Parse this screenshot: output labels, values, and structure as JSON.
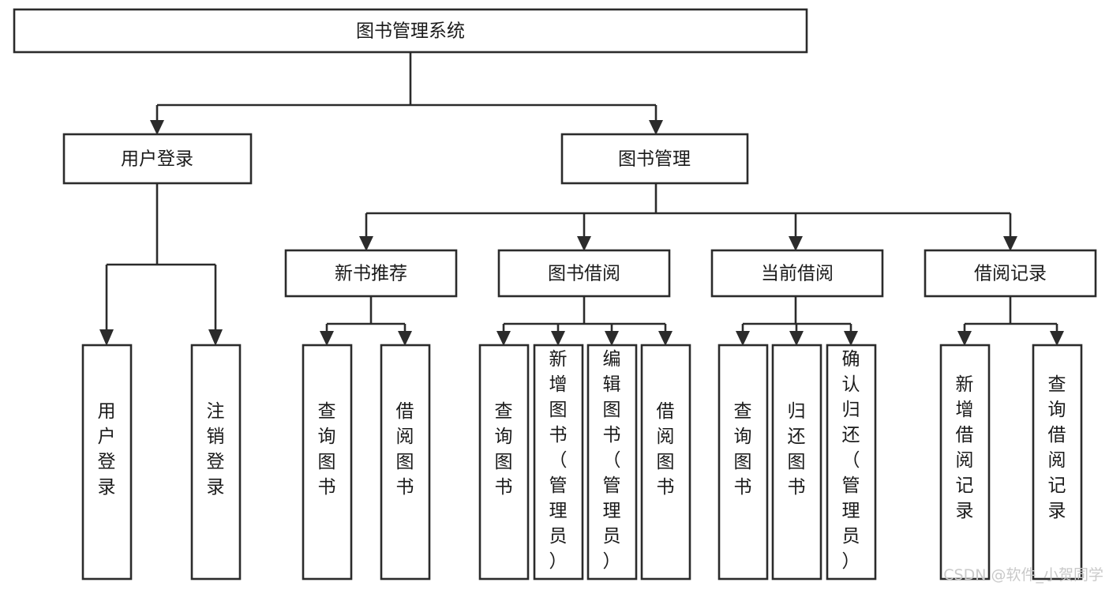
{
  "diagram": {
    "title": "图书管理系统",
    "type": "functional-structure-tree",
    "orientation": "top-down",
    "colors": {
      "box_fill": "#ffffff",
      "box_stroke": "#2b2b2b",
      "text": "#1a1a1a",
      "background": "#ffffff",
      "watermark": "#c9c9c9"
    },
    "levels": [
      {
        "level": 1,
        "nodes": [
          {
            "id": "root",
            "label": "图书管理系统",
            "text_orientation": "horizontal"
          }
        ]
      },
      {
        "level": 2,
        "nodes": [
          {
            "id": "user-login",
            "label": "用户登录",
            "text_orientation": "horizontal",
            "parent": "root"
          },
          {
            "id": "book-manage",
            "label": "图书管理",
            "text_orientation": "horizontal",
            "parent": "root"
          }
        ]
      },
      {
        "level": 3,
        "nodes": [
          {
            "id": "new-book-rec",
            "label": "新书推荐",
            "text_orientation": "horizontal",
            "parent": "book-manage"
          },
          {
            "id": "book-borrow",
            "label": "图书借阅",
            "text_orientation": "horizontal",
            "parent": "book-manage"
          },
          {
            "id": "current-borrow",
            "label": "当前借阅",
            "text_orientation": "horizontal",
            "parent": "book-manage"
          },
          {
            "id": "borrow-record",
            "label": "借阅记录",
            "text_orientation": "horizontal",
            "parent": "book-manage"
          }
        ]
      },
      {
        "level": 4,
        "nodes": [
          {
            "id": "leaf-user-login",
            "label": "用户登录",
            "text_orientation": "vertical",
            "parent": "user-login"
          },
          {
            "id": "leaf-user-logout",
            "label": "注销登录",
            "text_orientation": "vertical",
            "parent": "user-login"
          },
          {
            "id": "leaf-query-book-1",
            "label": "查询图书",
            "text_orientation": "vertical",
            "parent": "new-book-rec"
          },
          {
            "id": "leaf-borrow-book-1",
            "label": "借阅图书",
            "text_orientation": "vertical",
            "parent": "new-book-rec"
          },
          {
            "id": "leaf-query-book-2",
            "label": "查询图书",
            "text_orientation": "vertical",
            "parent": "book-borrow"
          },
          {
            "id": "leaf-add-book",
            "label": "新增图书（管理员）",
            "text_orientation": "vertical",
            "parent": "book-borrow"
          },
          {
            "id": "leaf-edit-book",
            "label": "编辑图书（管理员）",
            "text_orientation": "vertical",
            "parent": "book-borrow"
          },
          {
            "id": "leaf-borrow-book-2",
            "label": "借阅图书",
            "text_orientation": "vertical",
            "parent": "book-borrow"
          },
          {
            "id": "leaf-query-book-3",
            "label": "查询图书",
            "text_orientation": "vertical",
            "parent": "current-borrow"
          },
          {
            "id": "leaf-return-book",
            "label": "归还图书",
            "text_orientation": "vertical",
            "parent": "current-borrow"
          },
          {
            "id": "leaf-confirm-return",
            "label": "确认归还（管理员）",
            "text_orientation": "vertical",
            "parent": "current-borrow"
          },
          {
            "id": "leaf-add-record",
            "label": "新增借阅记录",
            "text_orientation": "vertical",
            "parent": "borrow-record"
          },
          {
            "id": "leaf-query-record",
            "label": "查询借阅记录",
            "text_orientation": "vertical",
            "parent": "borrow-record"
          }
        ]
      }
    ]
  },
  "watermark": {
    "text": "CSDN @软件_小贺同学"
  }
}
